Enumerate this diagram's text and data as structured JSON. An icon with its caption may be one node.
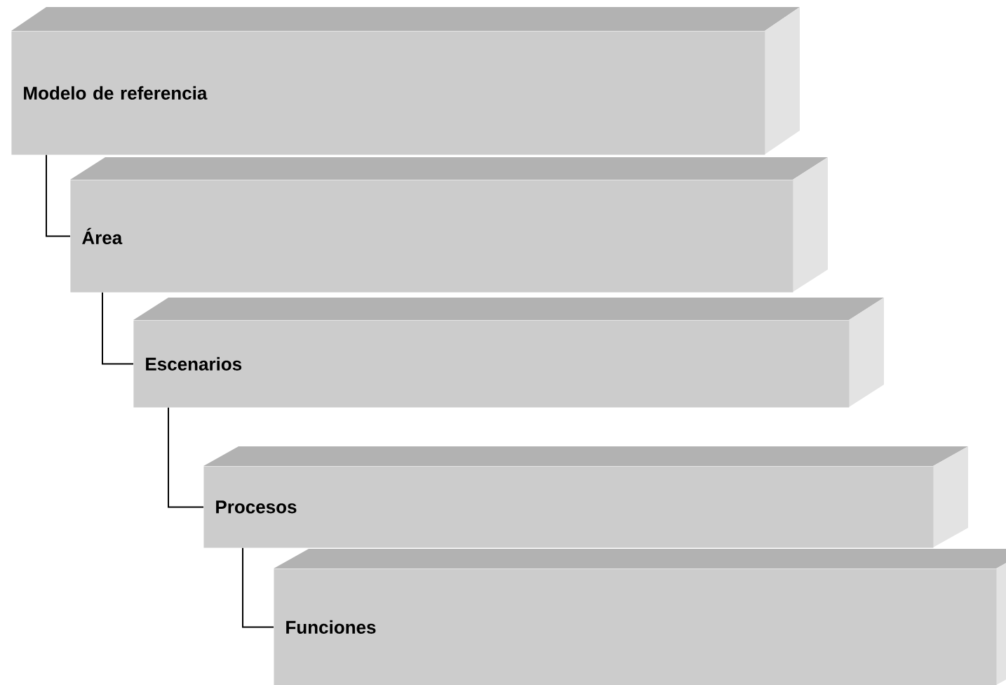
{
  "diagram": {
    "nodes": [
      {
        "text": [
          "Modelo de referencia"
        ]
      },
      {
        "text": [
          "Área"
        ]
      },
      {
        "text": [
          "Escenarios"
        ]
      },
      {
        "text": [
          "Procesos"
        ]
      },
      {
        "text": [
          "Funciones"
        ]
      }
    ],
    "edges": [
      {
        "from": 0,
        "to": 1,
        "arrow": "none"
      },
      {
        "from": 1,
        "to": 2,
        "arrow": "none"
      },
      {
        "from": 2,
        "to": 3,
        "arrow": "none"
      },
      {
        "from": 3,
        "to": 4,
        "arrow": "none"
      }
    ]
  }
}
